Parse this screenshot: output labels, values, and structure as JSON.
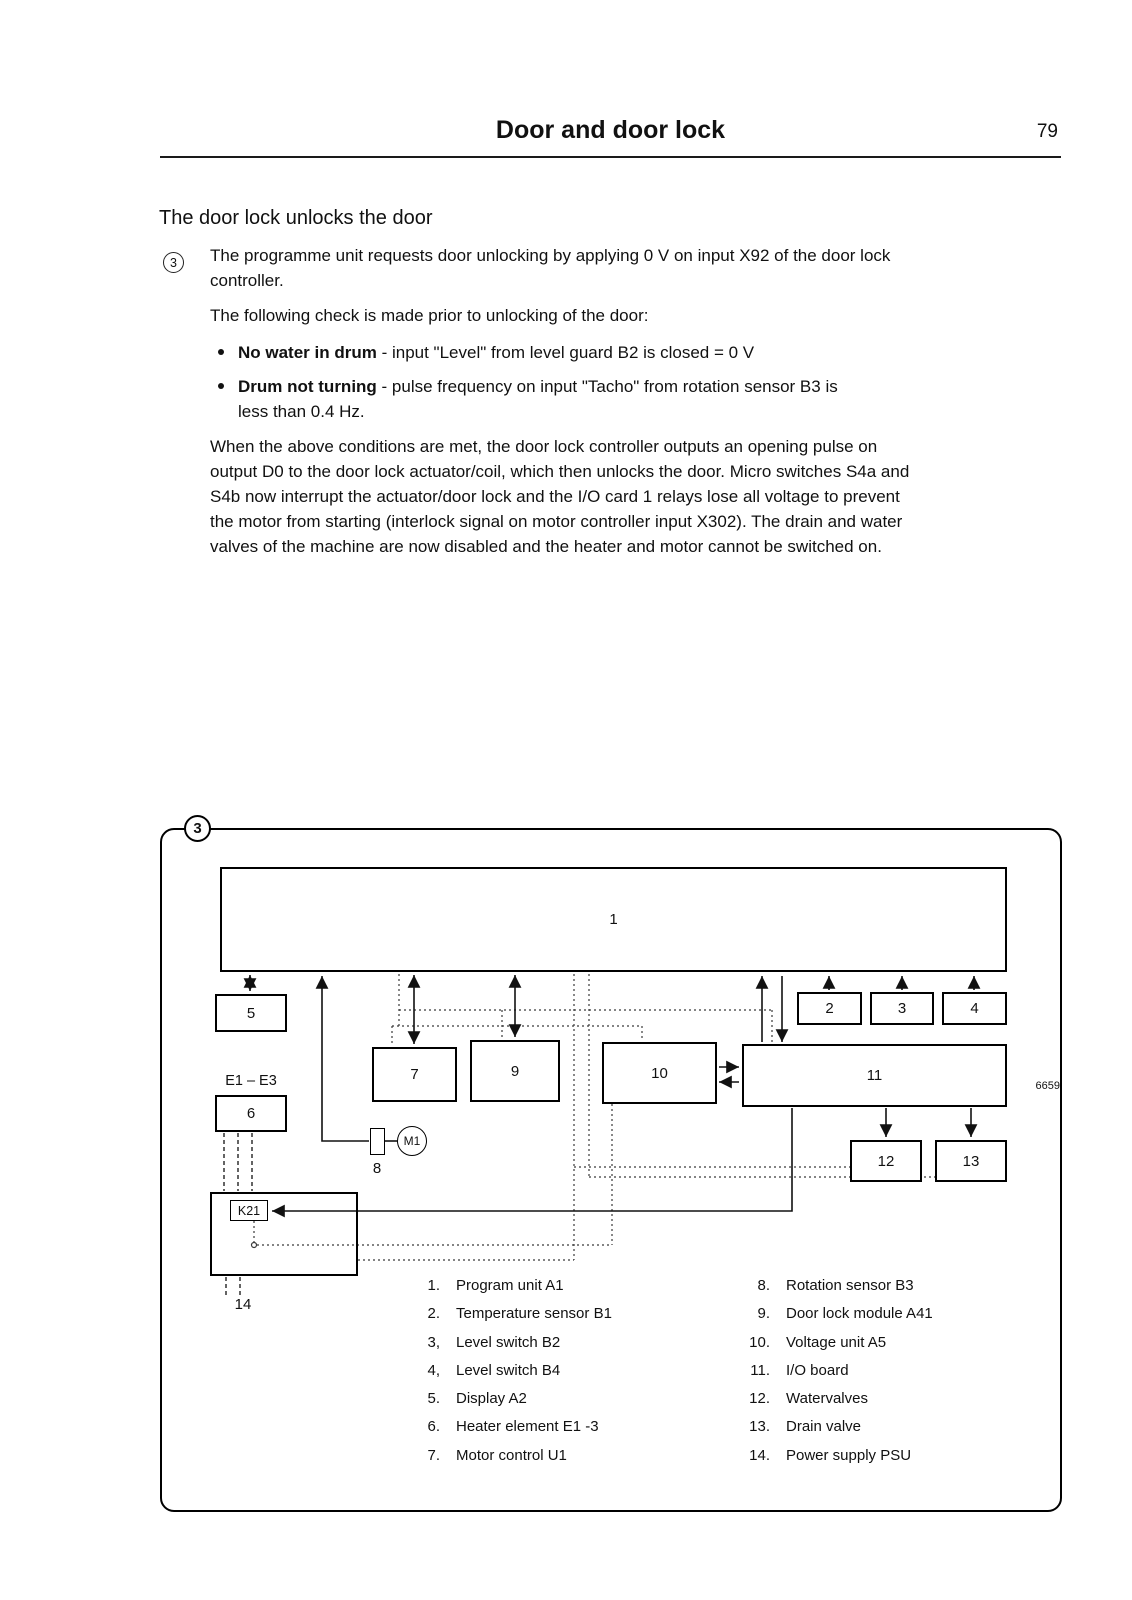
{
  "header": {
    "title": "Door and door lock",
    "page_number": "79"
  },
  "content": {
    "section_heading": "The door lock unlocks the door",
    "step_number": "3",
    "para1": "The programme unit requests door unlocking by applying 0 V on input X92 of the door lock controller.",
    "para2": "The following check is made prior to unlocking of the door:",
    "bullets": [
      {
        "bold": "No water in drum",
        "rest": " - input \"Level\" from level guard B2 is closed = 0 V"
      },
      {
        "bold": "Drum not turning",
        "rest": " - pulse frequency on input \"Tacho\" from rotation sensor B3 is less than 0.4 Hz."
      }
    ],
    "para3": "When the above conditions are met, the door lock controller outputs an opening pulse on output D0 to the door lock actuator/coil, which then unlocks the door. Micro switches S4a and S4b now interrupt the actuator/door lock and the I/O card 1 relays lose all voltage to prevent the motor from starting (interlock signal on motor controller input X302). The drain and water valves of the machine are now disabled and the heater and motor cannot be switched on."
  },
  "diagram": {
    "marker": "3",
    "ref_number": "6659",
    "boxes": {
      "b1": "1",
      "b2": "2",
      "b3": "3",
      "b4": "4",
      "b5": "5",
      "b6": "6",
      "b7": "7",
      "b9": "9",
      "b10": "10",
      "b11": "11",
      "b12": "12",
      "b13": "13"
    },
    "labels": {
      "heater_range": "E1 – E3",
      "motor": "M1",
      "relay": "K21",
      "n8": "8",
      "n14": "14"
    },
    "legend": {
      "left": [
        {
          "num": "1.",
          "label": "Program unit A1"
        },
        {
          "num": "2.",
          "label": "Temperature sensor B1"
        },
        {
          "num": "3,",
          "label": "Level switch B2"
        },
        {
          "num": "4,",
          "label": "Level switch B4"
        },
        {
          "num": "5.",
          "label": "Display A2"
        },
        {
          "num": "6.",
          "label": "Heater element E1 -3"
        },
        {
          "num": "7.",
          "label": "Motor control U1"
        }
      ],
      "right": [
        {
          "num": "8.",
          "label": "Rotation sensor B3"
        },
        {
          "num": "9.",
          "label": "Door lock module A41"
        },
        {
          "num": "10.",
          "label": "Voltage unit A5"
        },
        {
          "num": "11.",
          "label": "I/O board"
        },
        {
          "num": "12.",
          "label": "Watervalves"
        },
        {
          "num": "13.",
          "label": "Drain valve"
        },
        {
          "num": "14.",
          "label": "Power supply PSU"
        }
      ]
    }
  }
}
